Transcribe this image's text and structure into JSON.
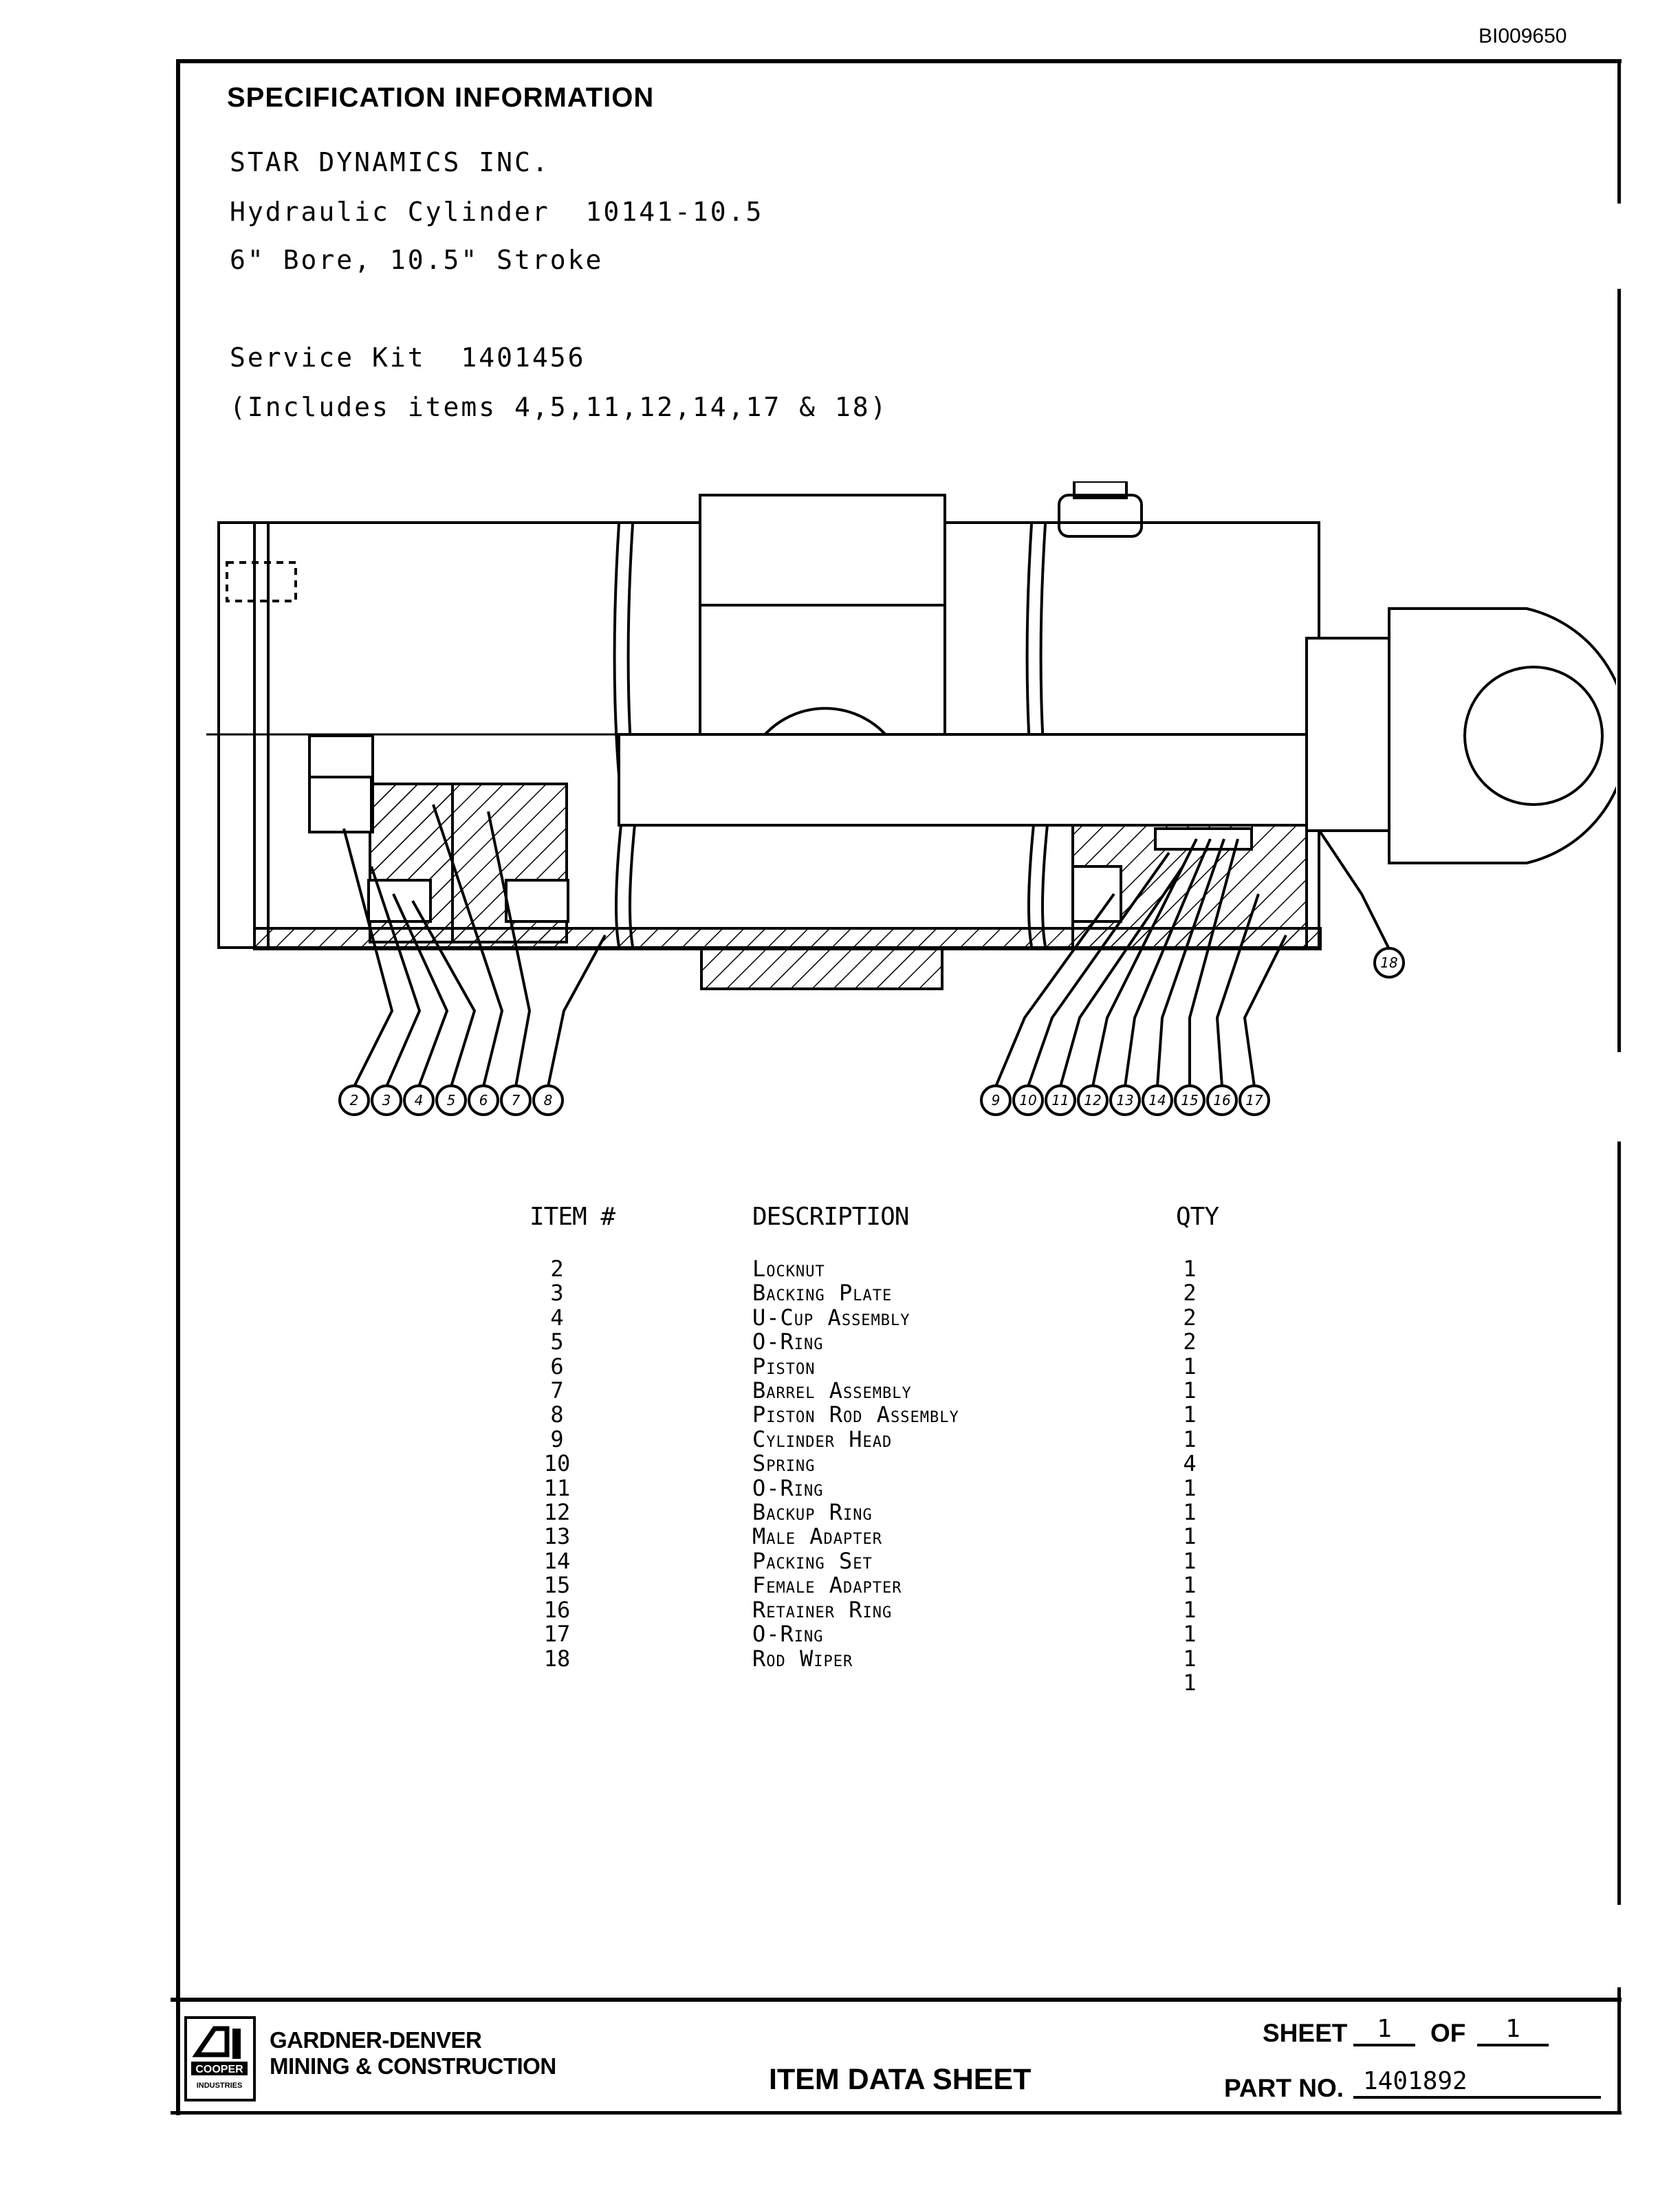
{
  "doc_id": "BI009650",
  "spec": {
    "title": "SPECIFICATION INFORMATION",
    "manufacturer": "STAR DYNAMICS INC.",
    "cylinder": "Hydraulic Cylinder  10141-10.5",
    "bore_stroke": "6\" Bore, 10.5\" Stroke",
    "service_kit": "Service Kit  1401456",
    "kit_includes": "(Includes items 4,5,11,12,14,17 & 18)"
  },
  "drawing": {
    "callouts_left": [
      "2",
      "3",
      "4",
      "5",
      "6",
      "7",
      "8"
    ],
    "callouts_right": [
      "9",
      "10",
      "11",
      "12",
      "13",
      "14",
      "15",
      "16",
      "17"
    ],
    "callout_right_top": "18"
  },
  "parts_table": {
    "headers": {
      "item": "ITEM #",
      "description": "DESCRIPTION",
      "qty": "QTY"
    },
    "items": [
      "2",
      "3",
      "4",
      "5",
      "6",
      "7",
      "8",
      "9",
      "10",
      "11",
      "12",
      "13",
      "14",
      "15",
      "16",
      "17",
      "18"
    ],
    "descriptions": [
      "Locknut",
      "Backing Plate",
      "U-Cup Assembly",
      "O-Ring",
      "Piston",
      "Barrel Assembly",
      "Piston Rod Assembly",
      "Cylinder Head",
      "Spring",
      "O-Ring",
      "Backup Ring",
      "Male Adapter",
      "Packing Set",
      "Female Adapter",
      "Retainer Ring",
      "O-Ring",
      "Rod Wiper"
    ],
    "qtys": [
      "1",
      "2",
      "2",
      "2",
      "1",
      "1",
      "1",
      "1",
      "4",
      "1",
      "1",
      "1",
      "1",
      "1",
      "1",
      "1",
      "1",
      "1"
    ]
  },
  "footer": {
    "logo_text": "COOPER",
    "logo_subtext": "INDUSTRIES",
    "company_line1": "GARDNER-DENVER",
    "company_line2": "MINING & CONSTRUCTION",
    "title": "ITEM DATA SHEET",
    "sheet_label": "SHEET",
    "sheet_value": "1",
    "of_label": "OF",
    "of_value": "1",
    "part_label": "PART NO.",
    "part_value": "1401892"
  }
}
